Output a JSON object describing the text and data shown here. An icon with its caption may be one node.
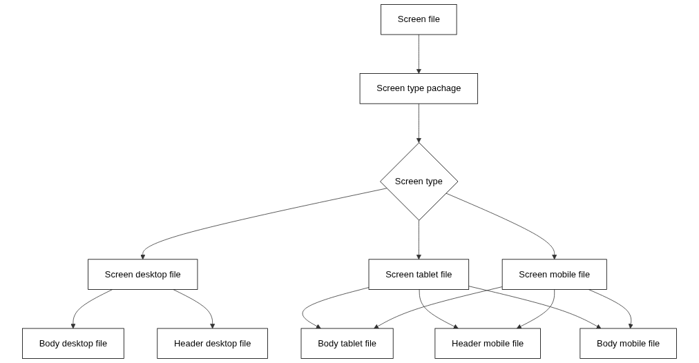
{
  "diagram": {
    "nodes": [
      {
        "text": [
          "Screen file"
        ]
      },
      {
        "text": [
          "Screen type pachage"
        ]
      },
      {
        "text": [
          "Screen type"
        ]
      },
      {
        "text": [
          "Screen desktop file"
        ]
      },
      {
        "text": [
          "Screen tablet file"
        ]
      },
      {
        "text": [
          "Screen mobile file"
        ]
      },
      {
        "text": [
          "Body desktop file"
        ]
      },
      {
        "text": [
          "Header desktop file"
        ]
      },
      {
        "text": [
          "Body tablet file"
        ]
      },
      {
        "text": [
          "Header mobile file"
        ]
      },
      {
        "text": [
          "Body mobile file"
        ]
      }
    ],
    "edges": [
      {
        "from": 0,
        "to": 1,
        "arrow": "to"
      },
      {
        "from": 1,
        "to": 2,
        "arrow": "to"
      },
      {
        "from": 2,
        "to": 3,
        "arrow": "to"
      },
      {
        "from": 2,
        "to": 4,
        "arrow": "to"
      },
      {
        "from": 2,
        "to": 5,
        "arrow": "to"
      },
      {
        "from": 3,
        "to": 6,
        "arrow": "to"
      },
      {
        "from": 3,
        "to": 7,
        "arrow": "to"
      },
      {
        "from": 4,
        "to": 8,
        "arrow": "to"
      },
      {
        "from": 4,
        "to": 9,
        "arrow": "to"
      },
      {
        "from": 4,
        "to": 10,
        "arrow": "to"
      },
      {
        "from": 5,
        "to": 8,
        "arrow": "to"
      },
      {
        "from": 5,
        "to": 9,
        "arrow": "to"
      },
      {
        "from": 5,
        "to": 10,
        "arrow": "to"
      }
    ]
  }
}
